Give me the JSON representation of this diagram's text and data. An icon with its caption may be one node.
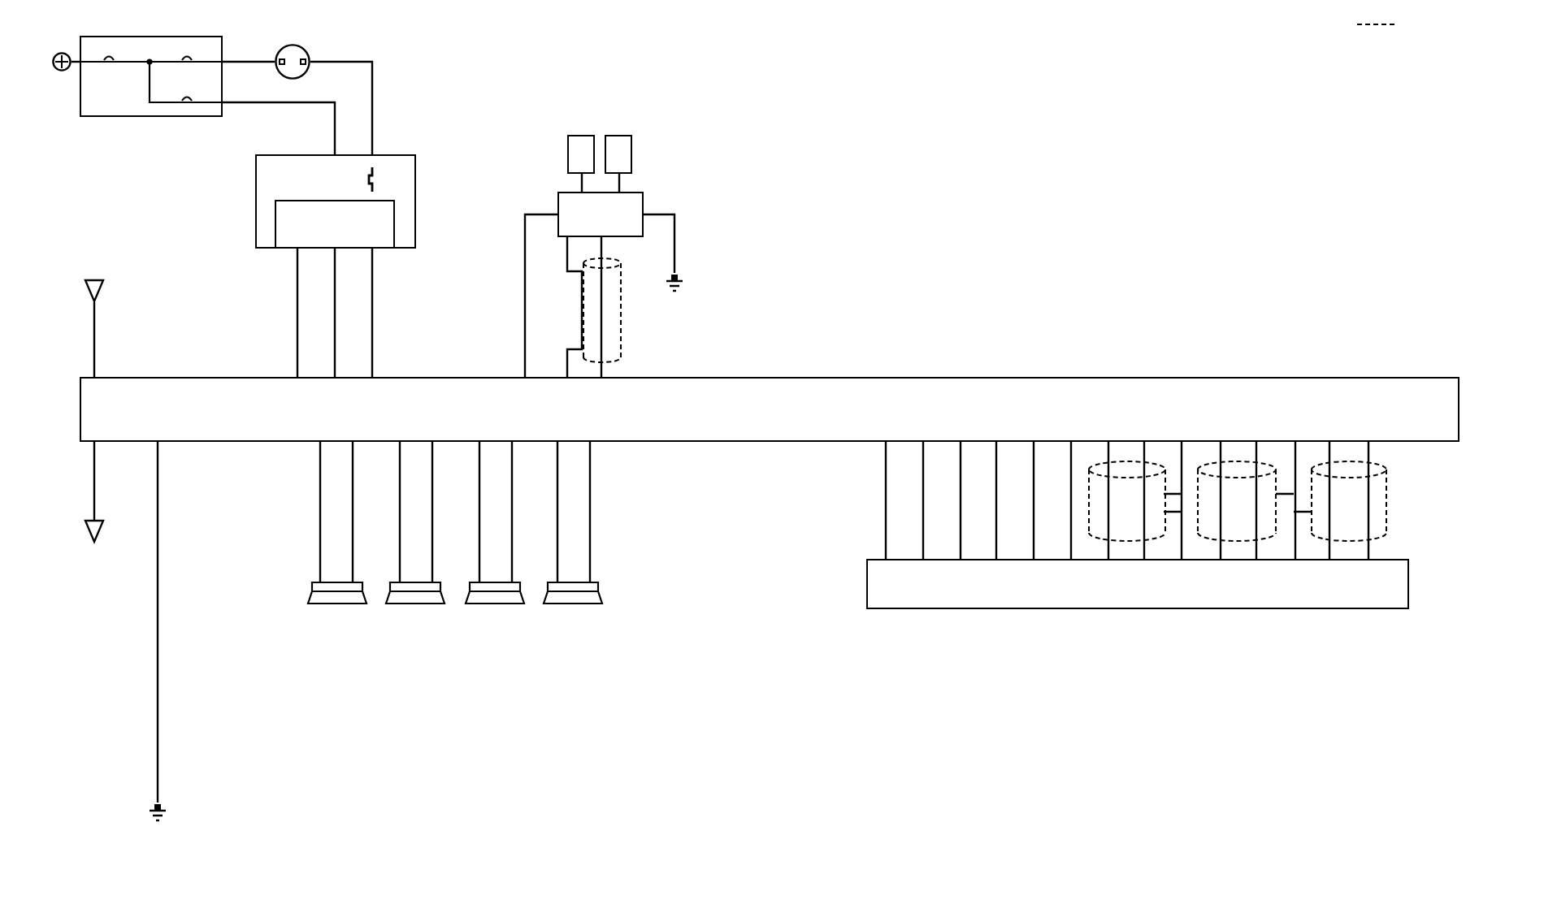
{
  "diagram": {
    "nodes": [
      {
        "text": [],
        "shape": "box"
      },
      {
        "text": [],
        "shape": "circle"
      },
      {
        "text": [],
        "shape": "circle"
      },
      {
        "text": [],
        "shape": "box"
      },
      {
        "text": [],
        "shape": "box",
        "in": 3
      },
      {
        "text": [],
        "shape": "box"
      },
      {
        "text": [],
        "shape": "triangle"
      },
      {
        "text": [],
        "shape": "triangle"
      },
      {
        "text": [],
        "shape": "ground"
      },
      {
        "text": [],
        "shape": "box"
      },
      {
        "text": [],
        "shape": "box"
      },
      {
        "text": [],
        "shape": "box"
      },
      {
        "text": [],
        "shape": "ground"
      },
      {
        "text": [],
        "shape": "speaker"
      },
      {
        "text": [],
        "shape": "speaker"
      },
      {
        "text": [],
        "shape": "speaker"
      },
      {
        "text": [],
        "shape": "speaker"
      },
      {
        "text": [],
        "shape": "box"
      }
    ],
    "edges": [
      {
        "from": 1,
        "to": 0,
        "arrow": "none"
      },
      {
        "from": 0,
        "to": 2,
        "arrow": "none"
      },
      {
        "from": 2,
        "to": 3,
        "arrow": "none"
      },
      {
        "from": 0,
        "to": 3,
        "arrow": "none"
      },
      {
        "from": 4,
        "to": 5,
        "arrow": "none"
      },
      {
        "from": 3,
        "to": 5,
        "arrow": "none"
      },
      {
        "from": 3,
        "to": 5,
        "arrow": "none"
      },
      {
        "from": 6,
        "to": 5,
        "arrow": "none"
      },
      {
        "from": 5,
        "to": 7,
        "arrow": "none"
      },
      {
        "from": 5,
        "to": 8,
        "arrow": "none"
      },
      {
        "from": 10,
        "to": 9,
        "arrow": "none"
      },
      {
        "from": 11,
        "to": 9,
        "arrow": "none"
      },
      {
        "from": 9,
        "to": 12,
        "arrow": "none"
      },
      {
        "from": 9,
        "to": 5,
        "arrow": "none"
      },
      {
        "from": 9,
        "to": 5,
        "arrow": "none"
      },
      {
        "from": 9,
        "to": 5,
        "arrow": "none"
      },
      {
        "from": 5,
        "to": 13,
        "arrow": "none"
      },
      {
        "from": 5,
        "to": 13,
        "arrow": "none"
      },
      {
        "from": 5,
        "to": 14,
        "arrow": "none"
      },
      {
        "from": 5,
        "to": 14,
        "arrow": "none"
      },
      {
        "from": 5,
        "to": 15,
        "arrow": "none"
      },
      {
        "from": 5,
        "to": 15,
        "arrow": "none"
      },
      {
        "from": 5,
        "to": 16,
        "arrow": "none"
      },
      {
        "from": 5,
        "to": 16,
        "arrow": "none"
      },
      {
        "from": 5,
        "to": 17,
        "arrow": "none"
      },
      {
        "from": 5,
        "to": 17,
        "arrow": "none"
      },
      {
        "from": 5,
        "to": 17,
        "arrow": "none"
      },
      {
        "from": 5,
        "to": 17,
        "arrow": "none"
      },
      {
        "from": 5,
        "to": 17,
        "arrow": "none"
      },
      {
        "from": 5,
        "to": 17,
        "arrow": "none"
      },
      {
        "from": 5,
        "to": 17,
        "arrow": "none"
      },
      {
        "from": 5,
        "to": 17,
        "arrow": "none"
      },
      {
        "from": 5,
        "to": 17,
        "arrow": "none"
      },
      {
        "from": 5,
        "to": 17,
        "arrow": "none"
      },
      {
        "from": 5,
        "to": 17,
        "arrow": "none"
      },
      {
        "from": 5,
        "to": 17,
        "arrow": "none"
      },
      {
        "from": 5,
        "to": 17,
        "arrow": "none"
      },
      {
        "from": 5,
        "to": 17,
        "arrow": "none"
      }
    ]
  }
}
